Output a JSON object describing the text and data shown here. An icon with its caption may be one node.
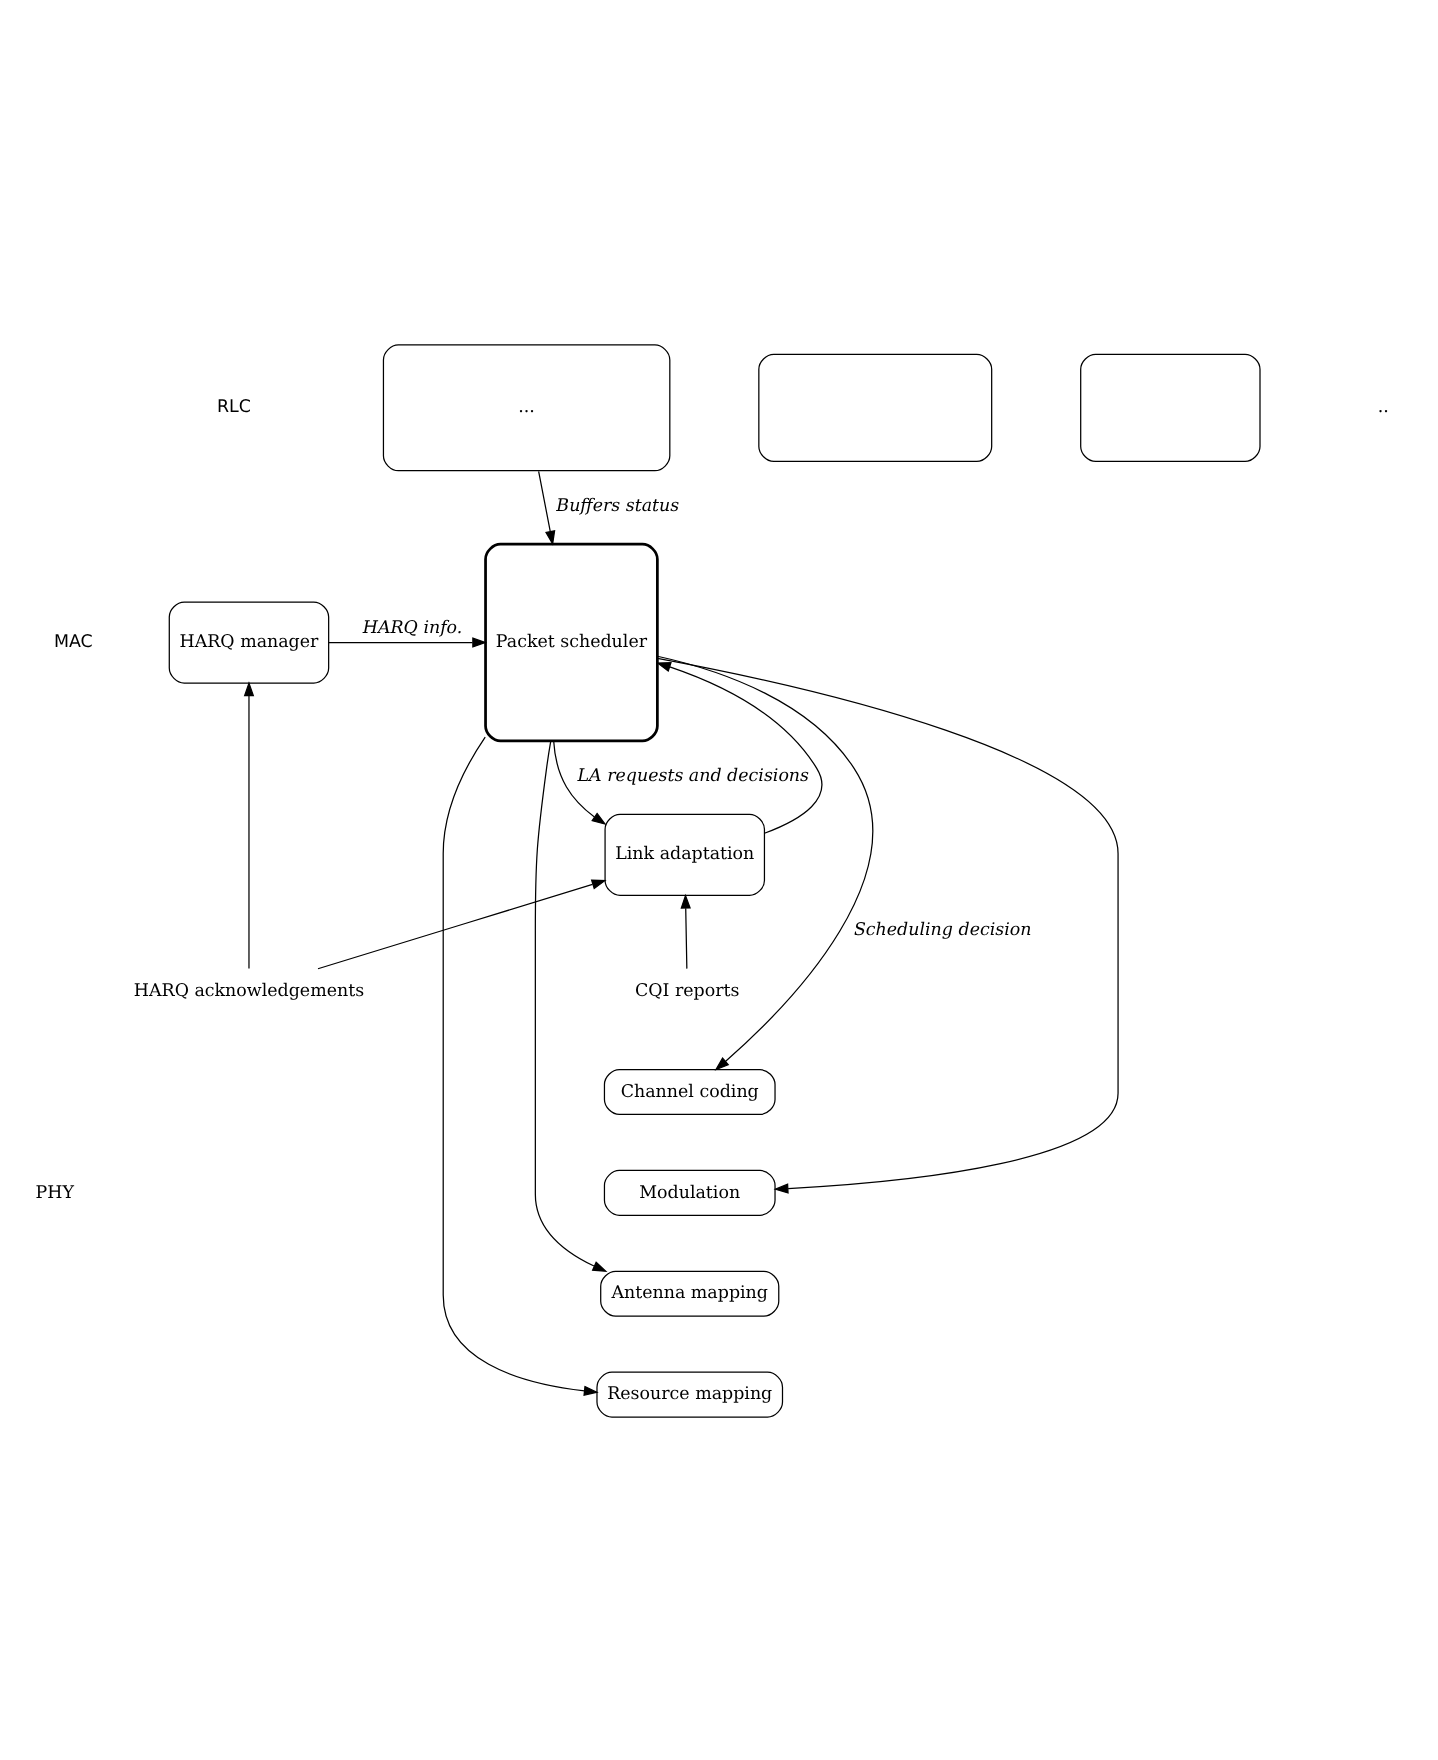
{
  "diagram": {
    "nodes": [
      {
        "text": [
          "..."
        ]
      },
      {
        "text": [],
        "shape": "box"
      },
      {
        "text": [],
        "shape": "box"
      },
      {
        "text": [
          "Packet scheduler"
        ]
      },
      {
        "text": [
          "HARQ manager"
        ]
      },
      {
        "text": [
          "Link adaptation"
        ]
      },
      {
        "text": [
          "CQI reports"
        ]
      },
      {
        "text": [
          "HARQ acknowledgements"
        ]
      },
      {
        "text": [
          "Channel coding"
        ]
      },
      {
        "text": [
          "Modulation"
        ]
      },
      {
        "text": [
          "Antenna mapping"
        ]
      },
      {
        "text": [
          "Resource mapping"
        ]
      }
    ],
    "edges": [
      {
        "from": 0,
        "to": 3,
        "arrow": "to",
        "label": "Buffers status"
      },
      {
        "from": 4,
        "to": 3,
        "arrow": "to",
        "label": "HARQ info."
      },
      {
        "from": 3,
        "to": 5,
        "arrow": "to",
        "label": "LA requests and decisions"
      },
      {
        "from": 5,
        "to": 3,
        "arrow": "to"
      },
      {
        "from": 6,
        "to": 5,
        "arrow": "to"
      },
      {
        "from": 7,
        "to": 4,
        "arrow": "to"
      },
      {
        "from": 7,
        "to": 5,
        "arrow": "to"
      },
      {
        "from": 3,
        "to": 8,
        "arrow": "to",
        "label": "Scheduling decision"
      },
      {
        "from": 3,
        "to": 9,
        "arrow": "to"
      },
      {
        "from": 3,
        "to": 10,
        "arrow": "to"
      },
      {
        "from": 3,
        "to": 11,
        "arrow": "to"
      }
    ],
    "labels": [
      "RLC",
      "..",
      "MAC",
      "PHY"
    ]
  }
}
